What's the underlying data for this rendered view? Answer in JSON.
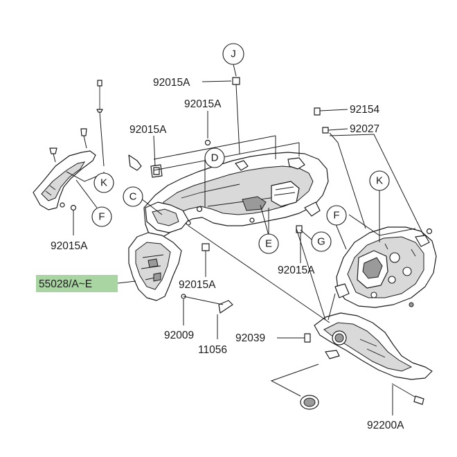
{
  "diagram": {
    "highlight_color": "#a8d5a2",
    "line_color": "#1a1a1a",
    "part_numbers": {
      "p92015A_top": "92015A",
      "p92015A_mid": "92015A",
      "p92015A_left": "92015A",
      "p92154": "92154",
      "p92027": "92027",
      "p92015A_lowleft": "92015A",
      "p92015A_center": "92015A",
      "p92015A_right": "92015A",
      "p55028": "55028/A~E",
      "p92009": "92009",
      "p11056": "11056",
      "p92039": "92039",
      "p92200A": "92200A"
    },
    "callouts": {
      "J": "J",
      "D": "D",
      "C": "C",
      "K_left": "K",
      "F_left": "F",
      "E": "E",
      "G": "G",
      "K_right": "K",
      "F_right": "F"
    }
  }
}
